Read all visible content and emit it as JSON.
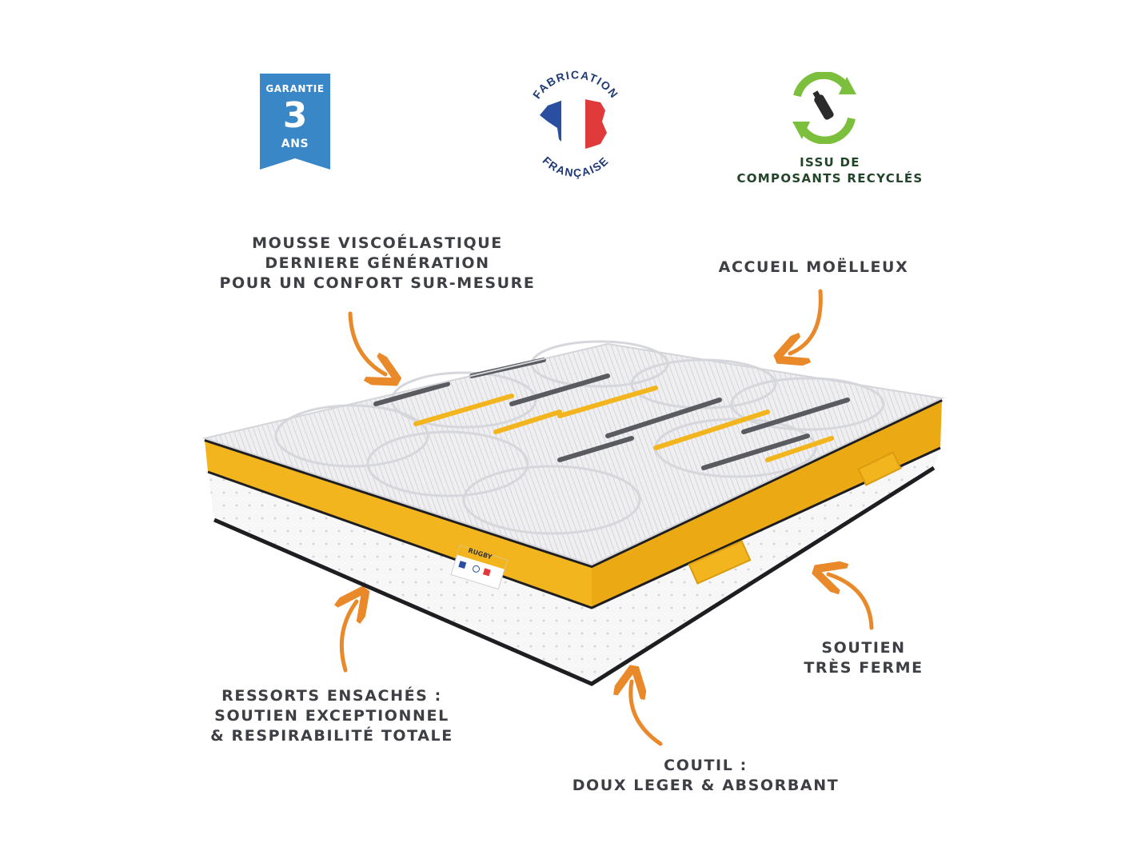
{
  "badges": {
    "warranty": {
      "top": "GARANTIE",
      "number": "3",
      "bottom": "ANS",
      "color": "#3a87c8"
    },
    "made_in_france": {
      "top": "FABRICATION",
      "bottom": "FRANÇAISE",
      "color": "#1f3a75"
    },
    "recycled": {
      "line1": "ISSU DE",
      "line2": "COMPOSANTS RECYCLÉS",
      "color": "#7cbf3c"
    }
  },
  "callouts": {
    "memory_foam": [
      "MOUSSE VISCOÉLASTIQUE",
      "DERNIERE GÉNÉRATION",
      "POUR UN CONFORT SUR-MESURE"
    ],
    "soft_comfort": [
      "ACCUEIL MOËLLEUX"
    ],
    "pocket_springs": [
      "RESSORTS ENSACHÉS :",
      "SOUTIEN EXCEPTIONNEL",
      "& RESPIRABILITÉ TOTALE"
    ],
    "firm_support": [
      "SOUTIEN",
      "TRÈS FERME"
    ],
    "fabric": [
      "COUTIL :",
      "DOUX LEGER & ABSORBANT"
    ]
  },
  "product": {
    "tag_brand": "RUGBY"
  },
  "colors": {
    "arrow": "#e9892a",
    "band": "#f2b51d",
    "piping": "#1e1e22",
    "text": "#3d3f45"
  }
}
